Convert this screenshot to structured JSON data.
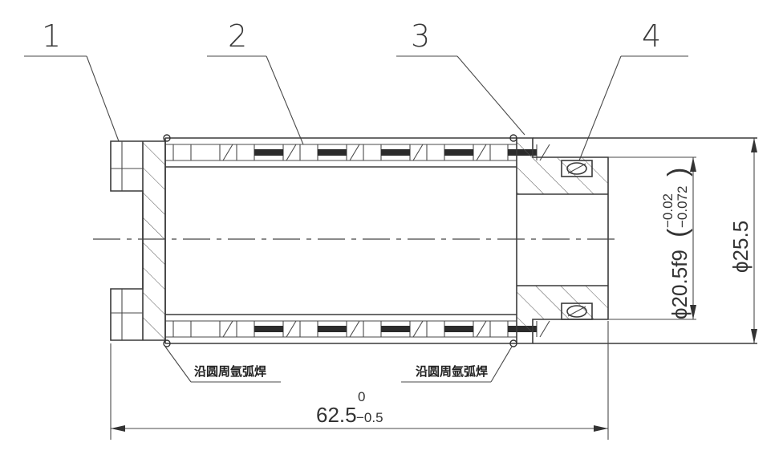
{
  "callouts": [
    "1",
    "2",
    "3",
    "4"
  ],
  "weld_note_left": "沿圆周氩弧焊",
  "weld_note_right": "沿圆周氩弧焊",
  "dim_length": {
    "value": "62.5",
    "upper": "0",
    "lower": "−0.5"
  },
  "dim_inner": {
    "value": "ϕ20.5f9",
    "upper": "−0.02",
    "lower": "−0.072"
  },
  "dim_outer": {
    "value": "ϕ25.5"
  }
}
